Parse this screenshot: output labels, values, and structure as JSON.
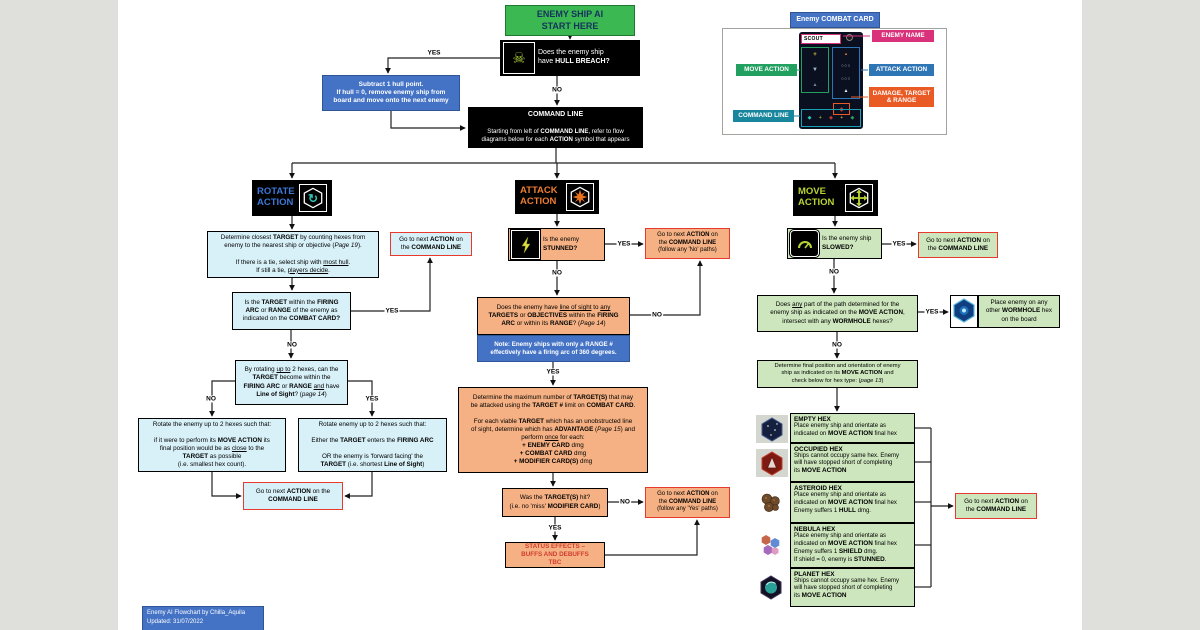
{
  "labels": {
    "yes": "YES",
    "no": "NO"
  },
  "colors": {
    "start_green": "#3cb853",
    "flow_blue": "#4472c4",
    "pale_cyan": "#d8f1f8",
    "attack_orange": "#f5b183",
    "attack_text": "#ed7d31",
    "move_green": "#cde6bd",
    "move_text": "#b8d434",
    "rotate_text": "#3b78d8",
    "alert_red": "#e8392e",
    "pink": "#d9327a",
    "teal": "#18879e",
    "card_green": "#21a05f",
    "card_blue": "#2e75b6",
    "card_orange": "#ea5a24"
  },
  "start": {
    "label": "ENEMY SHIP AI\nSTART HERE"
  },
  "hull": {
    "question": "Does the enemy ship\nhave **HULL BREACH?**"
  },
  "subtract": {
    "text": "Subtract 1 hull point.\nIf hull = 0, remove enemy ship from\nboard and move onto the next enemy"
  },
  "command": {
    "title": "COMMAND LINE",
    "body": "Starting from left of **COMMAND LINE**, refer to flow\ndiagrams below for each **ACTION** symbol that appears"
  },
  "rotate": {
    "header": "ROTATE\nACTION",
    "determine_target": "Determine closest **TARGET** by counting hexes from\nenemy to the nearest ship or objective (//Page 19//).\n\nIf there is a tie, select ship with __most hull__.\nIf still a tie, __players decide__.",
    "go_next": "Go to next **ACTION** on\nthe **COMMAND LINE**",
    "firing_arc_q": "Is the **TARGET** within the **FIRING\nARC** or **RANGE** of the enemy as\nindicated on the **COMBAT CARD?**",
    "rotating_q": "By rotating __up to__ 2 hexes, can the\n**TARGET** become within the\n**FIRING ARC** or **RANGE** __and__ have\n**Line of Sight**? (//page 14//)",
    "rotate_close": "Rotate the enemy up to 2 hexes such that:\n\nif it were to perform its **MOVE ACTION** its\nfinal position would be as __close__ to the\n**TARGET** as possible\n(i.e. smallest hex count).",
    "rotate_facing": "Rotate enemy up to 2 hexes such that:\n\nEither the **TARGET** enters the **FIRING ARC**\n\nOR the enemy is 'forward facing' the\n**TARGET** (i.e. shortest **Line of Sight**)",
    "go_next2": "Go to next **ACTION** on the\n**COMMAND LINE**"
  },
  "attack": {
    "header": "ATTACK\nACTION",
    "stunned_q": "Is the enemy\n**STUNNED?**",
    "go_next_no": "Go to next **ACTION** on\nthe **COMMAND LINE**\n(follow any 'No' paths)",
    "los_q": "Does the enemy have __line of sight__ to __any__\n**TARGETS** or **OBJECTIVES** within the **FIRING\nARC** or within its **RANGE**? (//Page 14//)",
    "note": "Note: Enemy ships with only a **RANGE #**\neffectively have a firing arc of 360 degrees.",
    "max_targets": "Determine the maximum number of **TARGET(S)** that may\nbe attacked using the **TARGET #** limit on **COMBAT CARD**.\n\nFor each viable **TARGET** which has an unobstructed line\nof sight, determine which has **ADVANTAGE** (//Page 15//) and\nperform __once__ for each:\n**+ ENEMY CARD** dmg\n**+ COMBAT CARD** dmg\n**+ MODIFIER CARD(S)** dmg",
    "hit_q": "Was the **TARGET(S)** hit?\n(i.e. no 'miss' **MODIFIER CARD**)",
    "go_next_yes": "Go to next **ACTION** on\nthe **COMMAND LINE**\n(follow any 'Yes' paths)",
    "status_effects": "STATUS EFFECTS –\nBUFFS AND DEBUFFS\nTBC"
  },
  "move": {
    "header": "MOVE\nACTION",
    "slowed_q": "Is the enemy ship\n**SLOWED?**",
    "go_next": "Go to next **ACTION** on\nthe **COMMAND LINE**",
    "wormhole_q": "Does __any__ part of the path determined for the\nenemy ship as indicated on the **MOVE ACTION**,\nintersect with any **WORMHOLE** hexes?",
    "wormhole_result": "Place enemy on any\nother **WORMHOLE** hex\non the board",
    "final_position": "Determine final position and orientation of enemy\nship as indicated on its **MOVE ACTION** and\ncheck below for hex type: (//page 13//)",
    "hexes": [
      {
        "name": "EMPTY HEX",
        "desc": "Place enemy ship and orientate as\nindicated on **MOVE ACTION** final hex"
      },
      {
        "name": "OCCUPIED HEX",
        "desc": "Ships cannot occupy same hex. Enemy\nwill have stopped short of completing\nits **MOVE ACTION**"
      },
      {
        "name": "ASTEROID HEX",
        "desc": "Place enemy ship and orientate as\nindicated on **MOVE ACTION** final hex\nEnemy suffers 1 **HULL** dmg."
      },
      {
        "name": "NEBULA HEX",
        "desc": "Place enemy ship and orientate as\nindicated on **MOVE ACTION** final hex\nEnemy suffers 1 **SHIELD** dmg.\nIf shield = 0, enemy is **STUNNED**."
      },
      {
        "name": "PLANET HEX",
        "desc": "Ships cannot occupy same hex. Enemy\nwill have stopped short of completing\nits **MOVE ACTION**"
      }
    ],
    "go_next2": "Go to next **ACTION** on\nthe **COMMAND LINE**"
  },
  "card": {
    "title": "Enemy COMBAT CARD",
    "name": "SCOUT",
    "labels": {
      "enemy_name": "ENEMY NAME",
      "move": "MOVE ACTION",
      "attack": "ATTACK ACTION",
      "damage": "DAMAGE, TARGET\n& RANGE",
      "command": "COMMAND LINE"
    }
  },
  "credit": {
    "line1": "Enemy AI Flowchart by Chilla_Aquila",
    "line2": "Updated: 31/07/2022"
  }
}
